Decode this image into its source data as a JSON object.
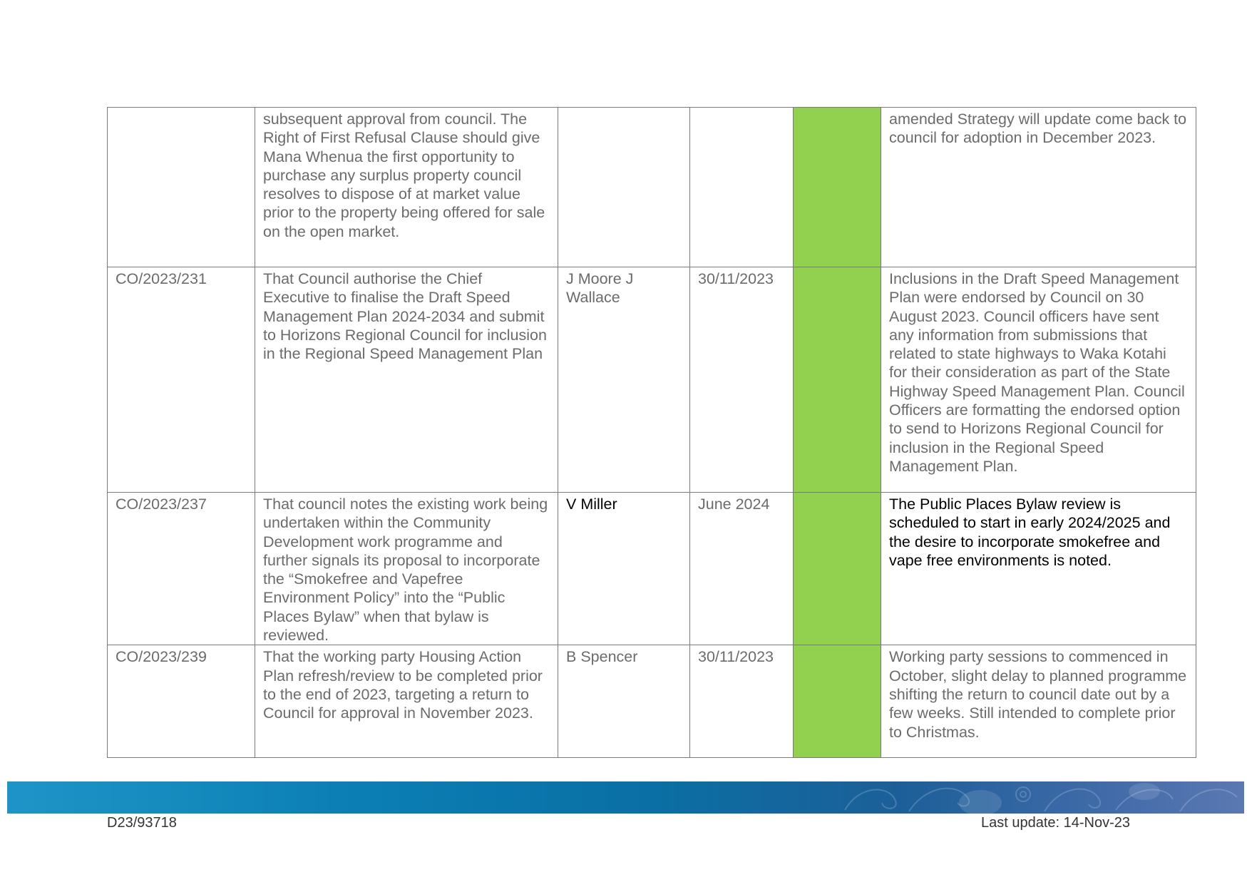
{
  "table": {
    "rows": [
      {
        "ref": "",
        "resolution": "subsequent approval from council.  The Right of First Refusal Clause should give Mana Whenua the first opportunity to purchase any surplus property council resolves to dispose of at market value prior to the property being offered for sale on the open market.",
        "owner": "",
        "due": "",
        "status_color": "#92d050",
        "comment": "amended Strategy will update come back to council for adoption in December 2023."
      },
      {
        "ref": "CO/2023/231",
        "resolution": "That Council authorise the Chief Executive to finalise the Draft Speed Management Plan 2024-2034 and submit to Horizons Regional Council for inclusion in the Regional Speed Management Plan",
        "owner": "J Moore\nJ Wallace",
        "due": "30/11/2023",
        "status_color": "#92d050",
        "comment": "Inclusions in the Draft Speed Management Plan were endorsed by Council on 30 August 2023. Council officers have sent any information from submissions that related to state highways to Waka Kotahi for their consideration as part of the State Highway Speed Management Plan. Council Officers are formatting the endorsed option to send to Horizons Regional Council for inclusion in the Regional Speed Management Plan."
      },
      {
        "ref": "CO/2023/237",
        "resolution": "That council notes the existing work being undertaken within the Community Development work programme and further signals its proposal to incorporate the\n“Smokefree and Vapefree Environment Policy” into the “Public Places Bylaw” when that bylaw is reviewed.",
        "owner": "V Miller",
        "due": "June 2024",
        "status_color": "#92d050",
        "comment": "The Public Places Bylaw review is scheduled to start in early 2024/2025 and the desire to incorporate smokefree and vape free environments is noted."
      },
      {
        "ref": "CO/2023/239",
        "resolution": "That the working party Housing Action Plan refresh/review to be completed prior to the end of 2023, targeting a return to Council for approval in\nNovember\n2023.",
        "owner": "B Spencer",
        "due": "30/11/2023",
        "status_color": "#92d050",
        "comment": "Working party sessions to commenced in October, slight delay to planned programme shifting the return to council date out by a few weeks. Still intended to complete prior to Christmas."
      }
    ]
  },
  "footer": {
    "doc_ref": "D23/93718",
    "last_update": "Last update: 14-Nov-23",
    "band_colors": [
      "#1e95c6",
      "#0a6fa4",
      "#5b78b2"
    ]
  }
}
